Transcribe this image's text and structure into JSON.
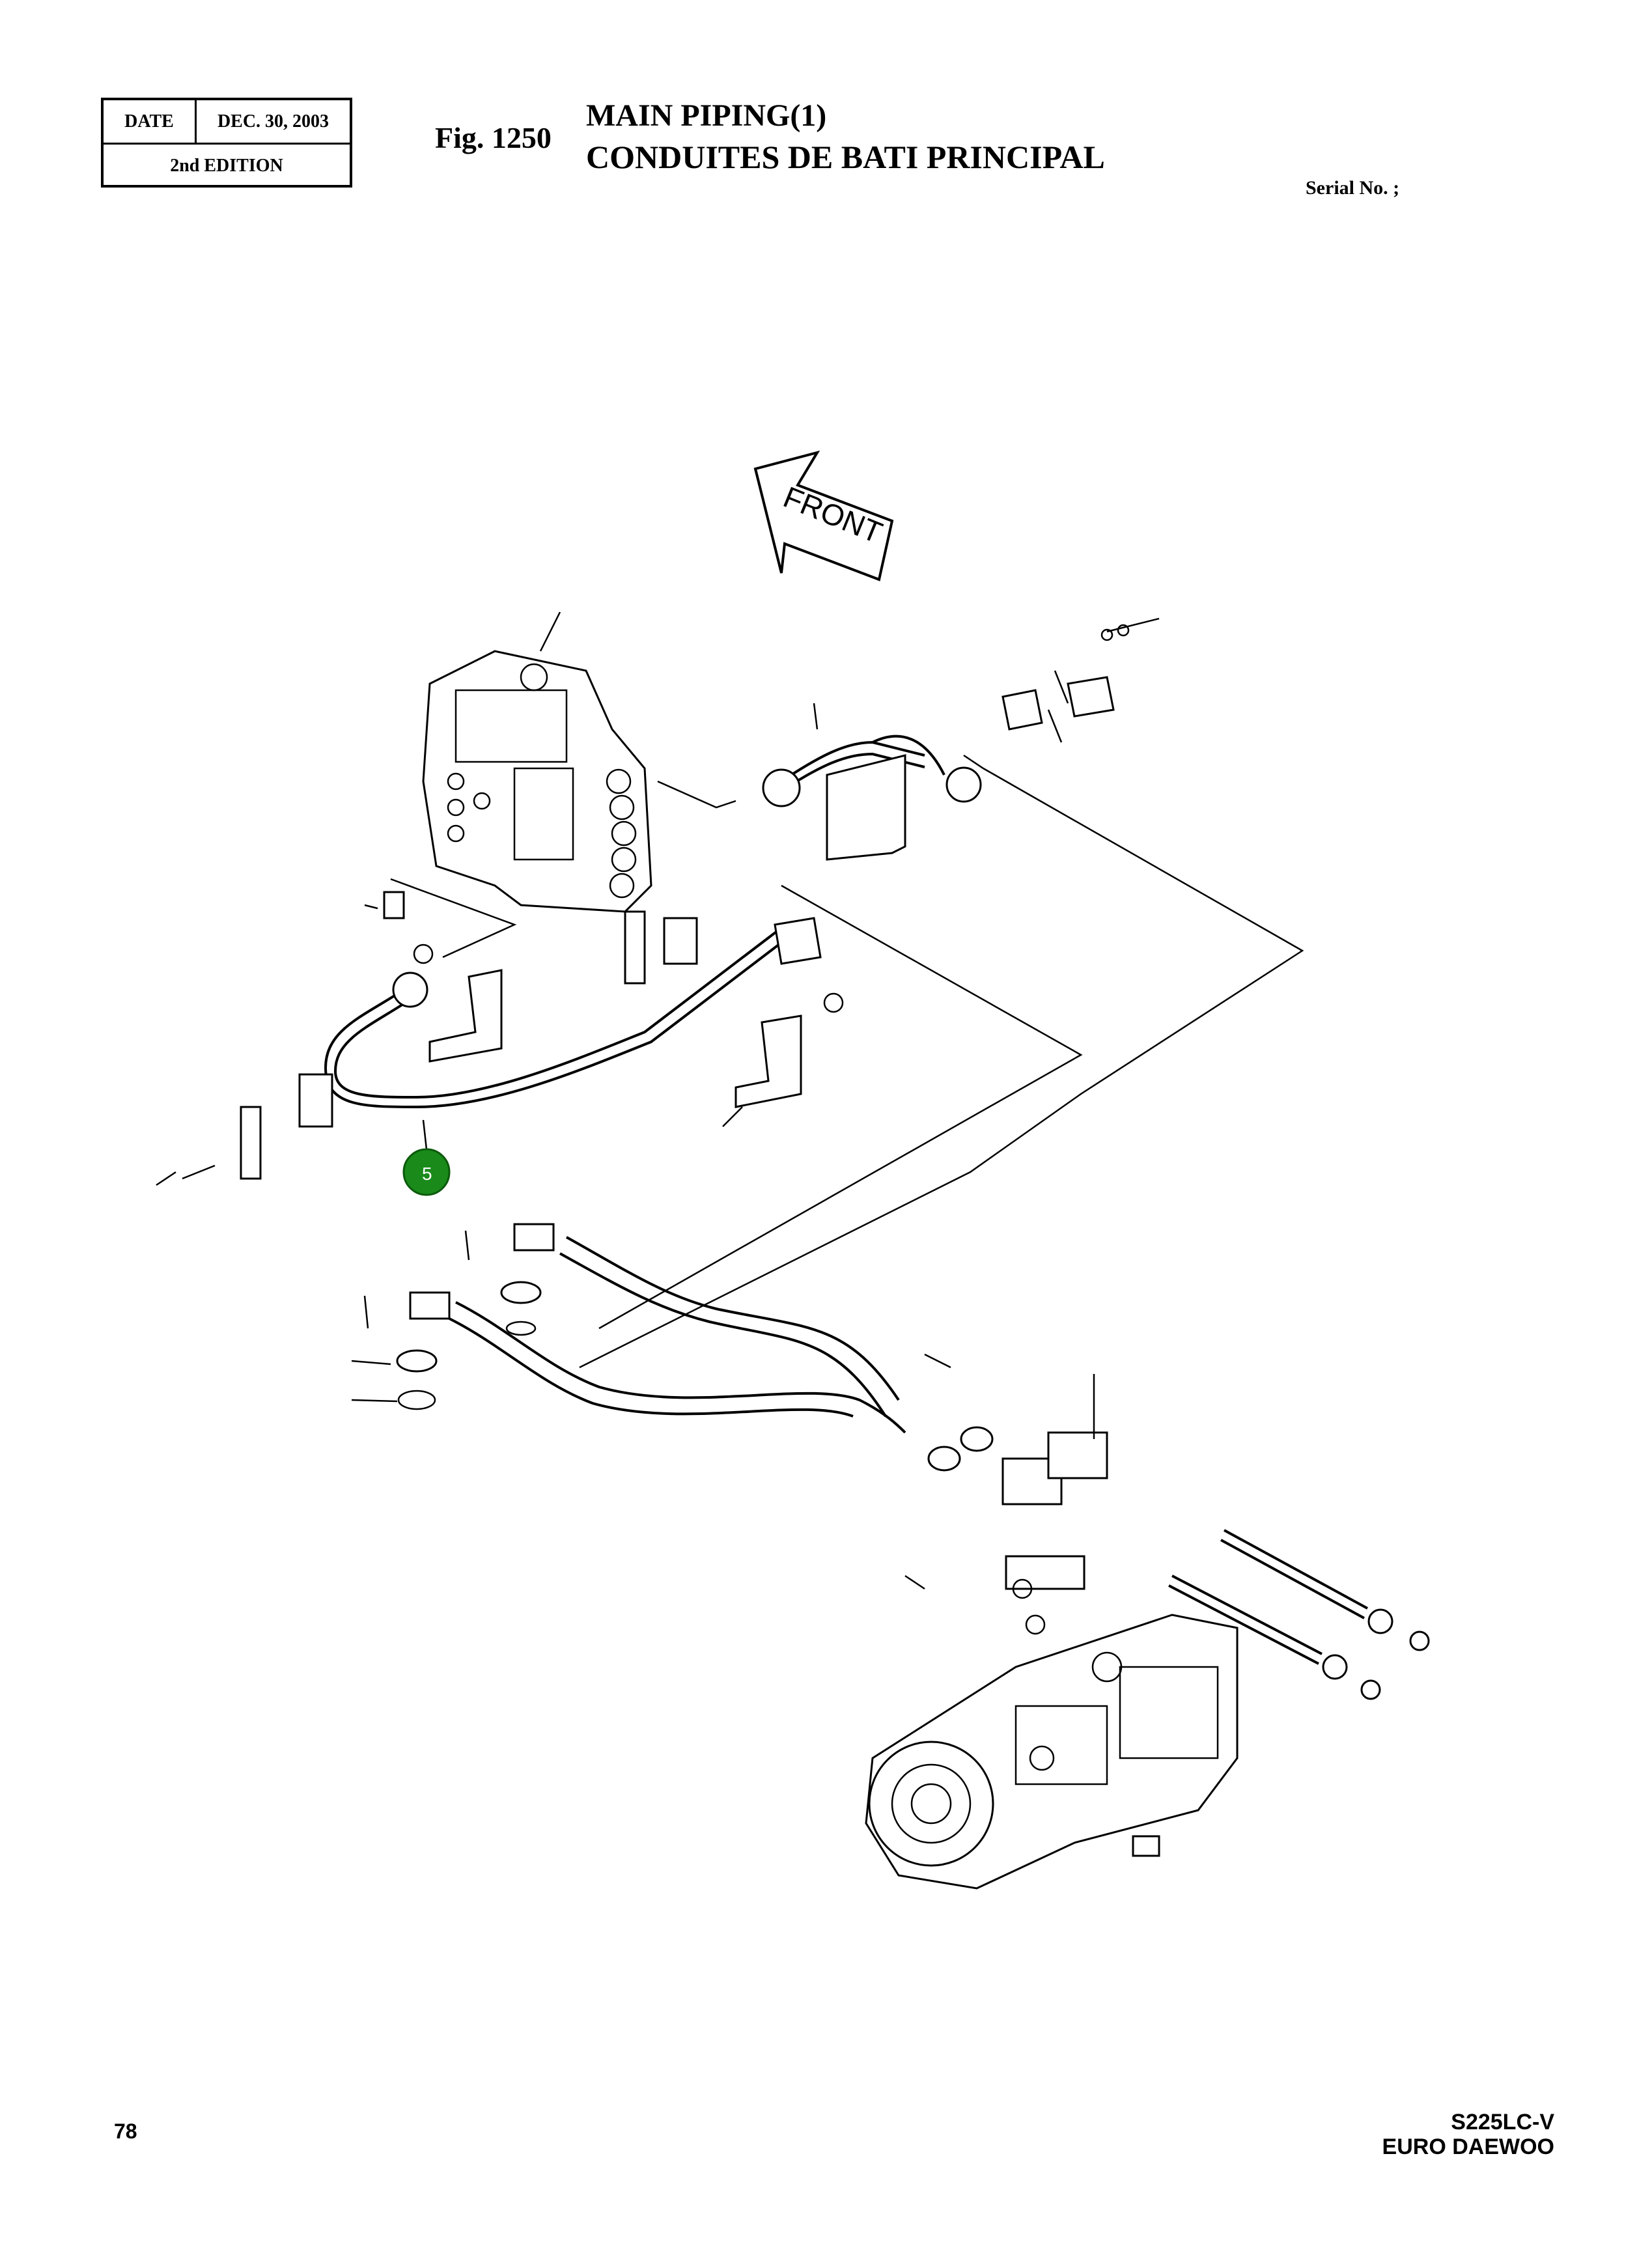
{
  "header": {
    "date_label": "DATE",
    "date_value": "DEC. 30, 2003",
    "edition": "2nd EDITION",
    "fig_number": "Fig. 1250",
    "title_en": "MAIN PIPING(1)",
    "title_fr": "CONDUITES DE BATI PRINCIPAL",
    "serial": "Serial No. ;"
  },
  "diagram": {
    "front_arrow_label": "FRONT",
    "callout_number": "5",
    "callout_color": "#1a8a1a"
  },
  "footer": {
    "page_number": "78",
    "model": "S225LC-V",
    "brand": "EURO DAEWOO"
  }
}
